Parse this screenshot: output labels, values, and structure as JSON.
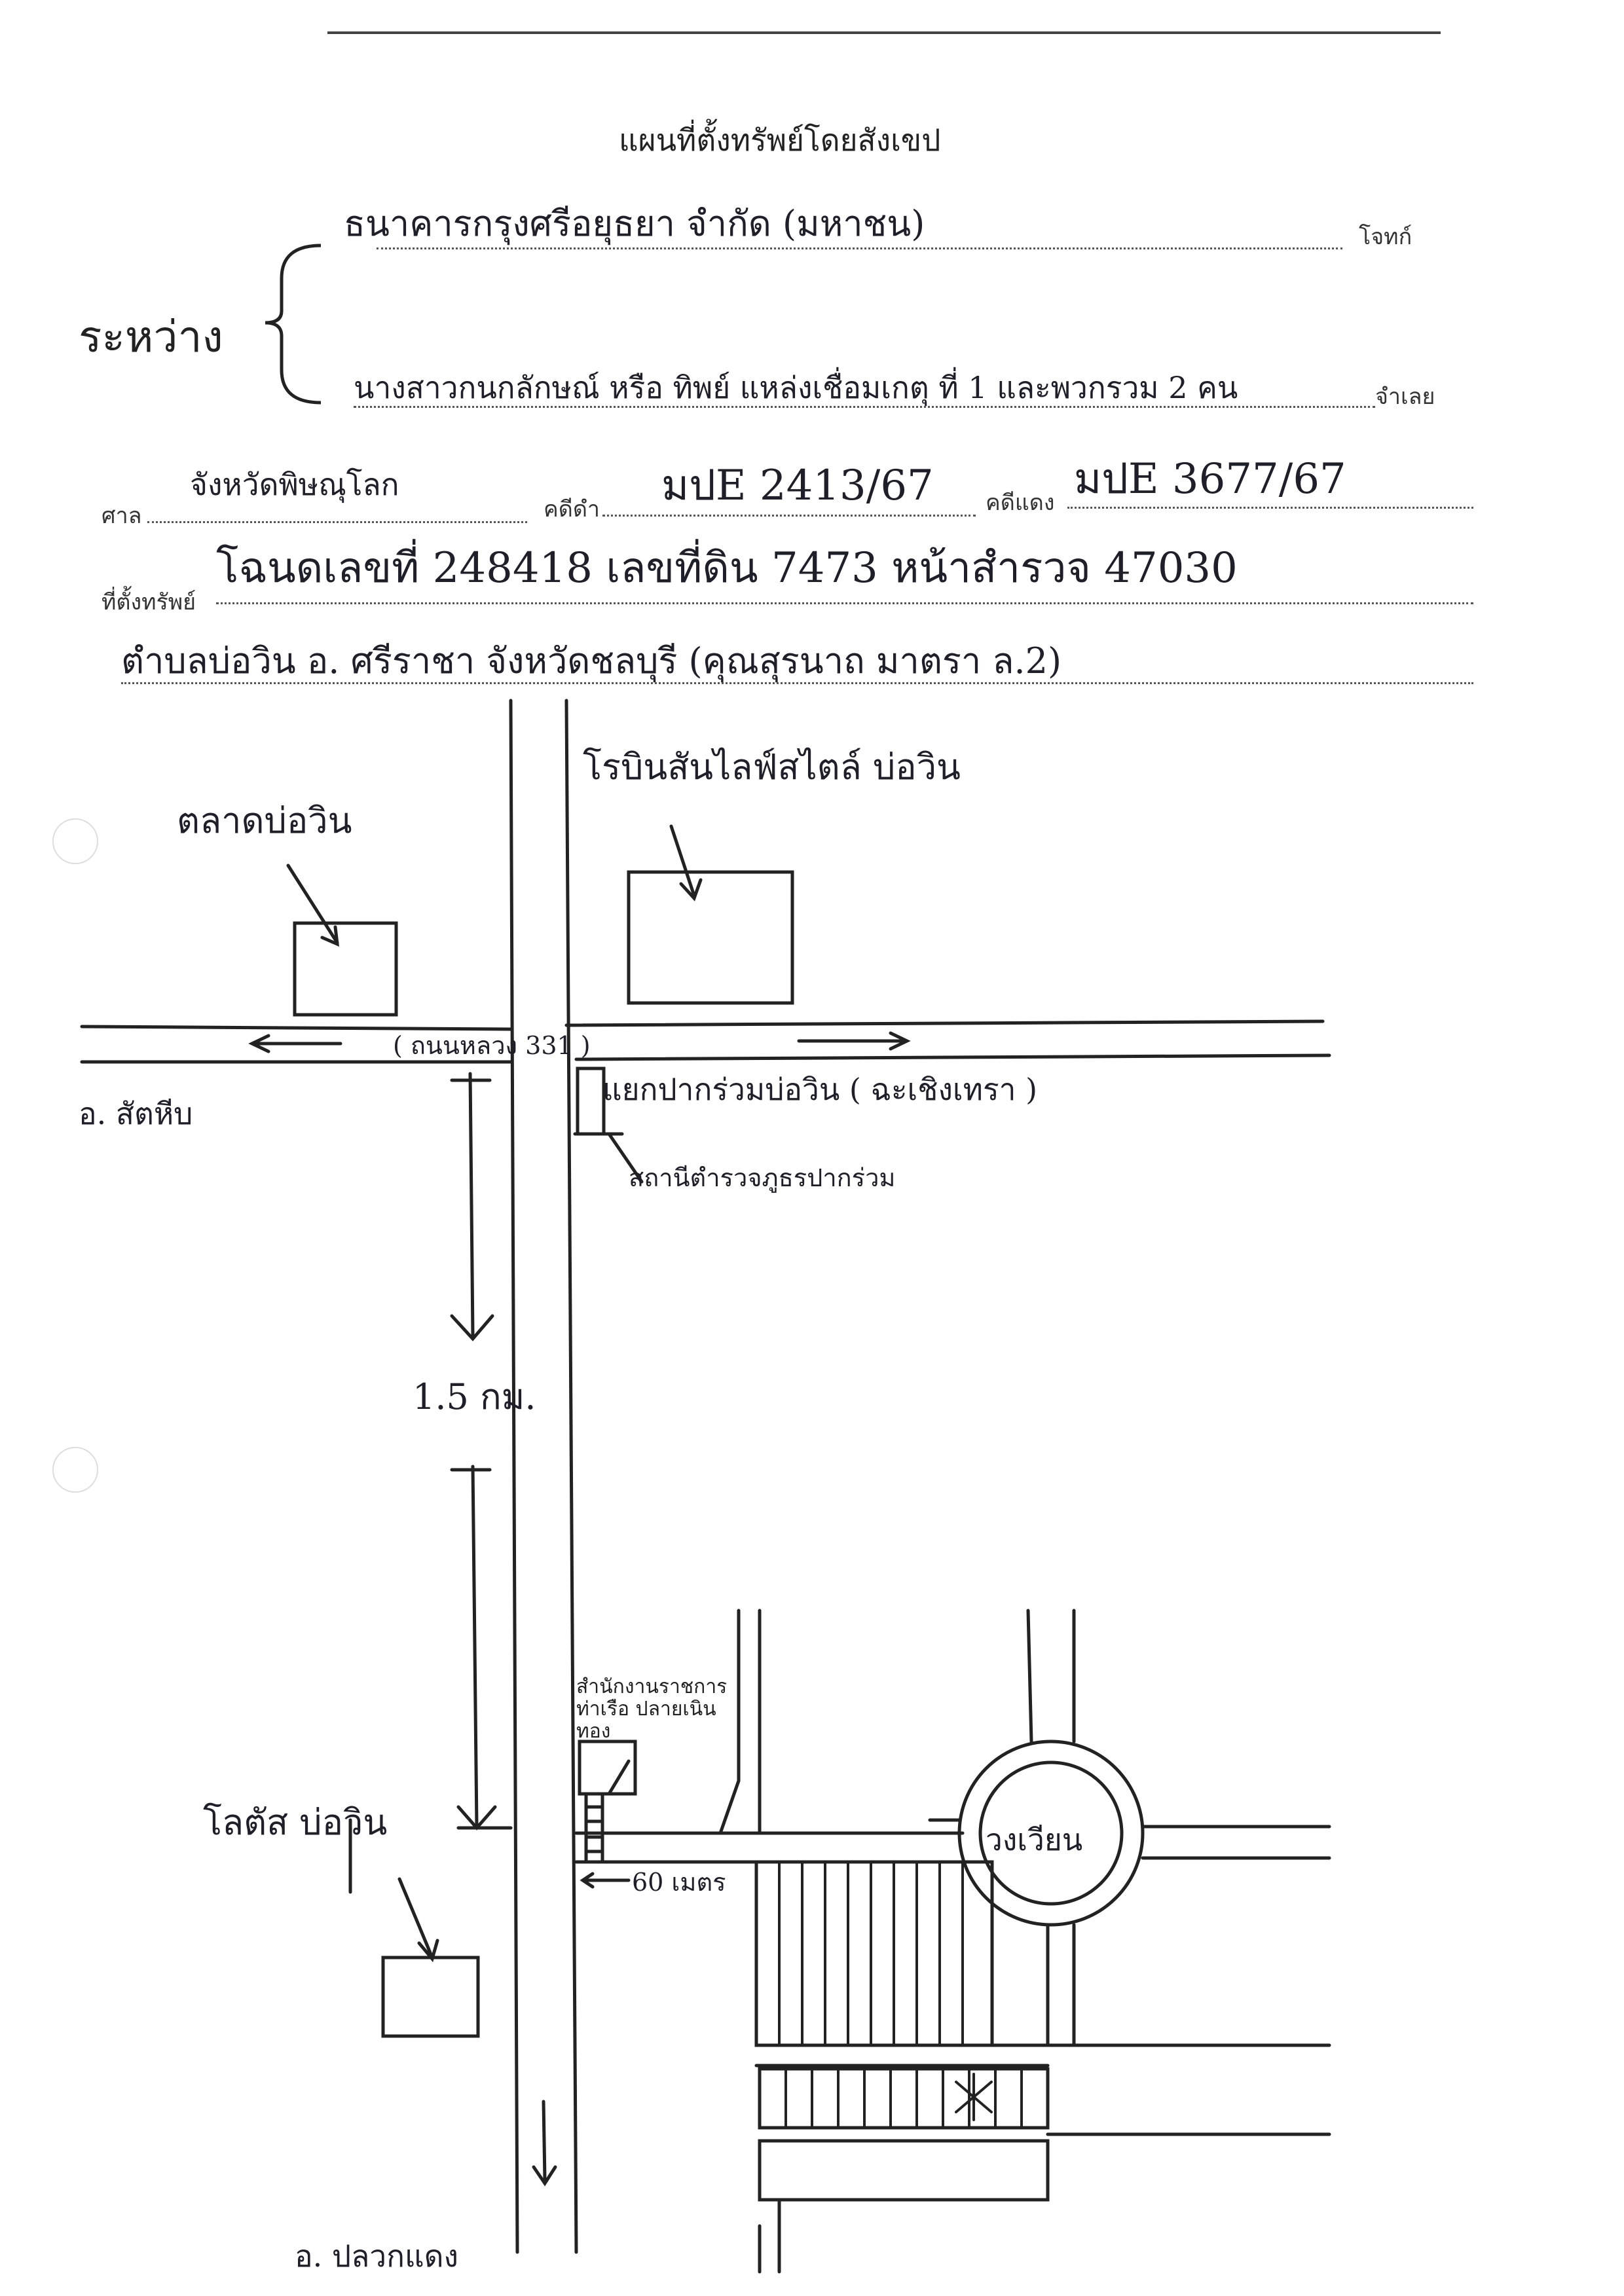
{
  "header": {
    "title": "แผนที่ตั้งทรัพย์โดยสังเขป",
    "between_label": "ระหว่าง",
    "plaintiff_label": "โจทก์",
    "defendant_label": "จำเลย",
    "court_label": "ศาล",
    "black_case_label": "คดีดำ",
    "red_case_label": "คดีแดง",
    "location_label": "ที่ตั้งทรัพย์"
  },
  "form": {
    "plaintiff": "ธนาคารกรุงศรีอยุธยา จำกัด (มหาชน)",
    "defendant": "นางสาวกนกลักษณ์ หรือ ทิพย์ แหล่งเชื่อมเกตุ ที่ 1 และพวกรวม 2 คน",
    "court": "จังหวัดพิษณุโลก",
    "black_case": "มปE 2413/67",
    "red_case": "มปE 3677/67",
    "location_line1": "โฉนดเลขที่ 248418 เลขที่ดิน 7473 หน้าสำรวจ 47030",
    "location_line2": "ตำบลบ่อวิน อ. ศรีราชา จังหวัดชลบุรี (คุณสุรนาถ มาตรา ล.2)"
  },
  "map": {
    "market": "ตลาดบ่อวิน",
    "mall": "โรบินสันไลฟ์สไตล์ บ่อวิน",
    "road_label": "( ถนนหลวง 331 )",
    "west_dir": "อ. สัตหีบ",
    "intersection": "แยกปากร่วมบ่อวิน ( ฉะเชิงเทรา )",
    "police": "สถานีตำรวจภูธรปากร่วม",
    "distance": "1.5 กม.",
    "tesco": "โลตัส บ่อวิน",
    "office": "สำนักงานราชการ ท่าเรือ ปลายเนิน ทอง",
    "distance_short": "60 เมตร",
    "roundabout": "วงเวียน",
    "south_dir": "อ. ปลวกแดง"
  }
}
